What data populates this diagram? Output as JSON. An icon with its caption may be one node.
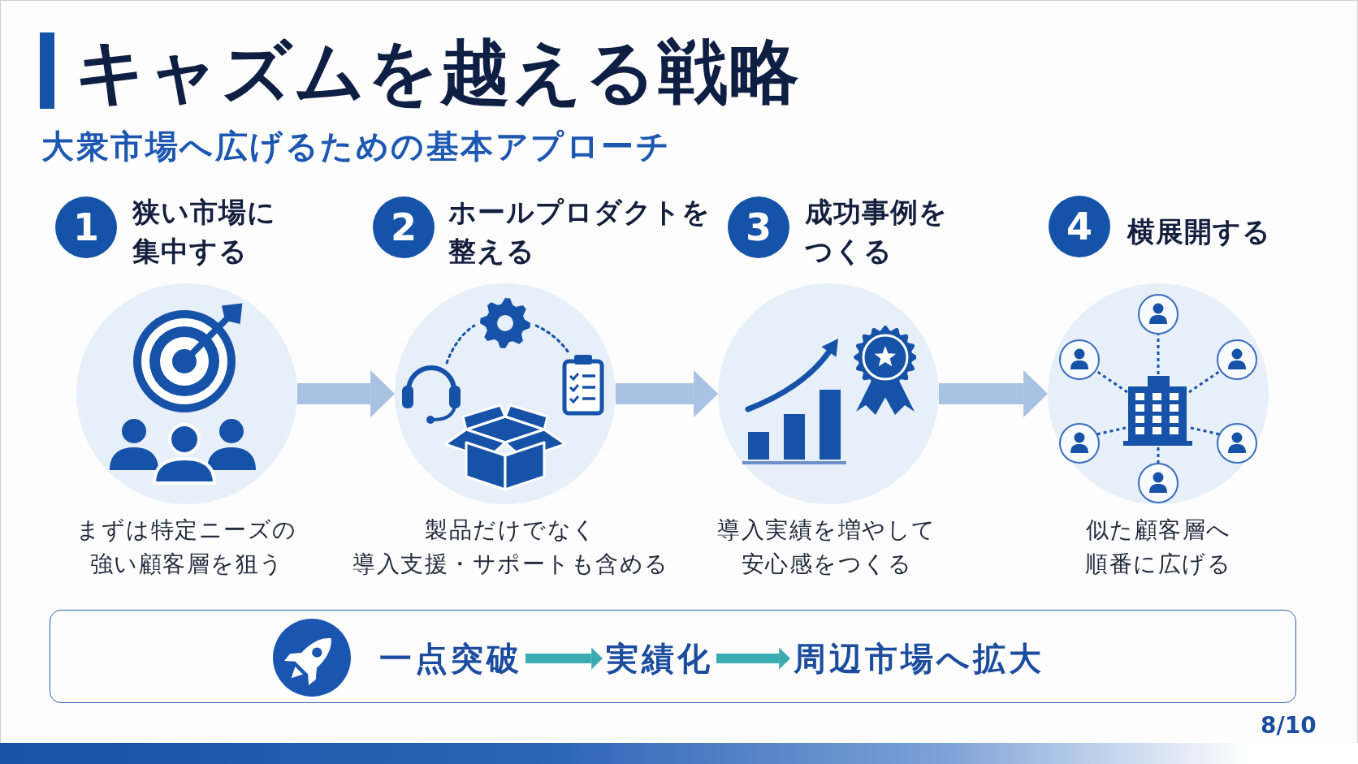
{
  "diagram": {
    "title": "キャズムを越える戦略",
    "nodes": [
      {
        "text": [
          "1"
        ],
        "beside": [
          "狭い市場に集中する"
        ]
      },
      {
        "text": [],
        "shape": "picture",
        "beside": [
          "まずは特定ニーズの強い顧客層を狙う"
        ]
      },
      {
        "text": [
          "2"
        ],
        "beside": [
          "ホールプロダクトを整える"
        ]
      },
      {
        "text": [],
        "shape": "picture",
        "beside": [
          "製品だけでなく導入支援・サポートも含める"
        ]
      },
      {
        "text": [
          "3"
        ],
        "beside": [
          "成功事例をつくる"
        ]
      },
      {
        "text": [],
        "shape": "picture",
        "beside": [
          "導入実績を増やして安心感をつくる"
        ]
      },
      {
        "text": [
          "4"
        ],
        "beside": [
          "横展開する"
        ]
      },
      {
        "text": [],
        "shape": "picture",
        "beside": [
          "似た顧客層へ順番に広げる"
        ]
      },
      {
        "text": [],
        "shape": "box"
      },
      {
        "text": [
          "一点突破"
        ],
        "in": 8
      },
      {
        "text": [
          "実績化"
        ],
        "in": 8
      },
      {
        "text": [
          "周辺市場へ拡大"
        ],
        "in": 8
      }
    ],
    "edges": [
      {
        "from": 1,
        "to": 3,
        "arrow": "to"
      },
      {
        "from": 3,
        "to": 5,
        "arrow": "to"
      },
      {
        "from": 5,
        "to": 7,
        "arrow": "to"
      },
      {
        "from": 9,
        "to": 10,
        "arrow": "to",
        "color": "#3aabb0"
      },
      {
        "from": 10,
        "to": 11,
        "arrow": "to",
        "color": "#3aabb0"
      }
    ],
    "labels": [
      "大衆市場へ広げるための基本アプローチ",
      "8/10"
    ]
  }
}
